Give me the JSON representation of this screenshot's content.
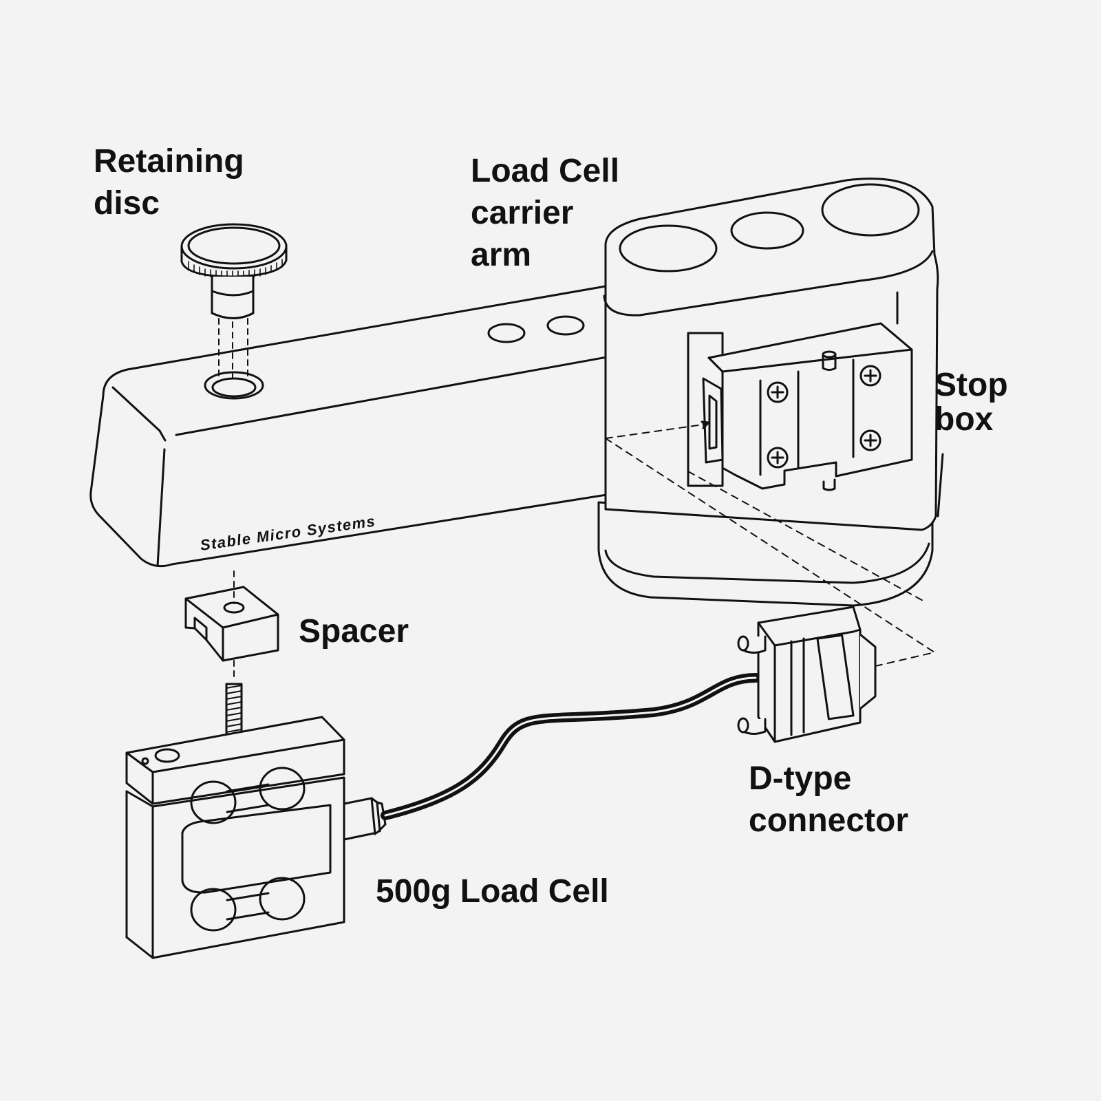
{
  "labels": {
    "retaining_disc": [
      "Retaining",
      "disc"
    ],
    "carrier_arm": [
      "Load Cell",
      "carrier",
      "arm"
    ],
    "stop_box": [
      "Stop",
      "box"
    ],
    "spacer": "Spacer",
    "d_type_connector": [
      "D-type",
      "connector"
    ],
    "load_cell": "500g Load Cell"
  },
  "brand_text": "Stable Micro Systems",
  "colors": {
    "background": "#f3f3f3",
    "line": "#111111",
    "fill": "#f3f3f3"
  }
}
